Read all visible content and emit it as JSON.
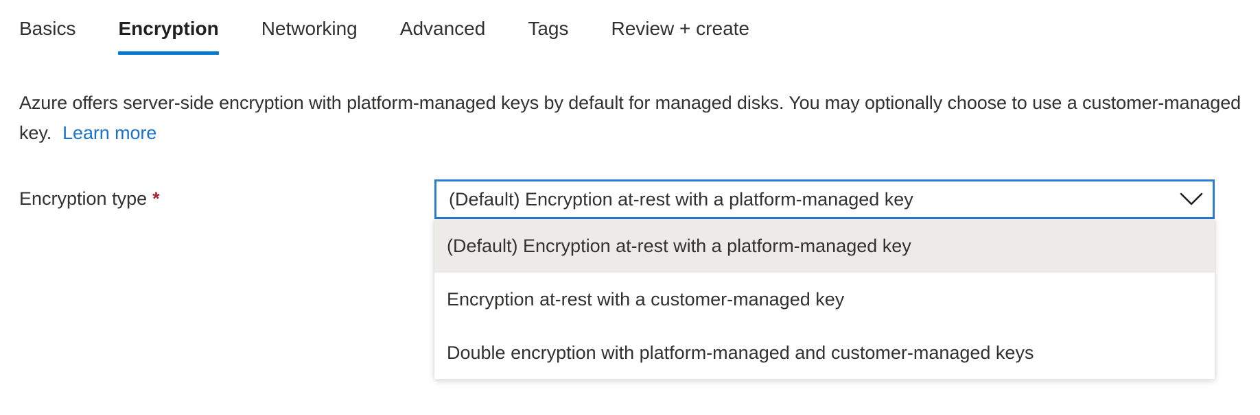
{
  "tabs": [
    {
      "label": "Basics",
      "active": false
    },
    {
      "label": "Encryption",
      "active": true
    },
    {
      "label": "Networking",
      "active": false
    },
    {
      "label": "Advanced",
      "active": false
    },
    {
      "label": "Tags",
      "active": false
    },
    {
      "label": "Review + create",
      "active": false
    }
  ],
  "description": {
    "text": "Azure offers server-side encryption with platform-managed keys by default for managed disks. You may optionally choose to use a customer-managed key.",
    "link_label": "Learn more"
  },
  "form": {
    "encryption_type": {
      "label": "Encryption type",
      "required_marker": "*",
      "selected_value": "(Default) Encryption at-rest with a platform-managed key",
      "chevron_icon": "chevron-down-icon",
      "options": [
        {
          "label": "(Default) Encryption at-rest with a platform-managed key",
          "selected": true
        },
        {
          "label": "Encryption at-rest with a customer-managed key",
          "selected": false
        },
        {
          "label": "Double encryption with platform-managed and customer-managed keys",
          "selected": false
        }
      ]
    }
  },
  "colors": {
    "accent": "#0078d4",
    "focus_border": "#2b7cd3",
    "link": "#1a73c8",
    "required": "#a4262c",
    "text": "#323130",
    "option_selected_bg": "#edebe9"
  }
}
